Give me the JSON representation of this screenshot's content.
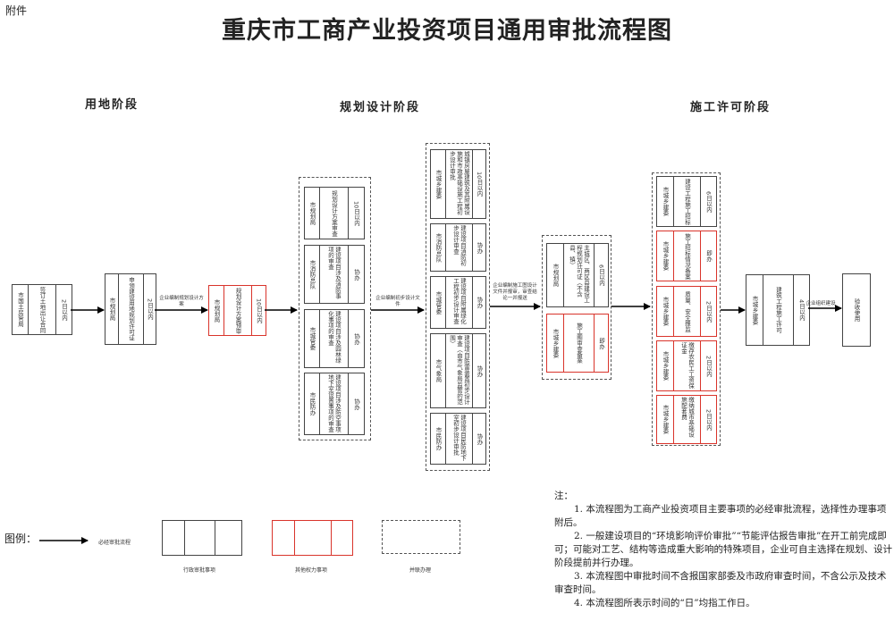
{
  "header": {
    "attachment": "附件",
    "title": "重庆市工商产业投资项目通用审批流程图"
  },
  "stages": [
    "用地阶段",
    "规划设计阶段",
    "施工许可阶段"
  ],
  "boxes": {
    "b1": {
      "dept": "市国土房管局",
      "item": "签订土地出让合同",
      "time": "2日以内"
    },
    "b2": {
      "dept": "市规划局",
      "item": "申领建设用地规划许可证",
      "time": "2日以内"
    },
    "b3": {
      "dept": "市规划局",
      "item": "规划设计方案预审",
      "time": "10日以内"
    },
    "p1": {
      "dept": "市规划局",
      "item": "规划设计方案审查",
      "time": "10日以内"
    },
    "p2": {
      "dept": "市消防总队",
      "item": "建设项目涉及消防事项的审查",
      "time": "协办"
    },
    "p3": {
      "dept": "市城管委",
      "item": "建设项目涉及园林绿化事项的审查",
      "time": "协办"
    },
    "p4": {
      "dept": "市民防办",
      "item": "建设项目涉及防空事项地下室设置事项的审查",
      "time": "协办"
    },
    "q1": {
      "dept": "市城乡建委",
      "item": "城镇房屋建筑及其附属设施和市政基础设施工程初步设计审批",
      "time": "10日以内"
    },
    "q2": {
      "dept": "市消防总队",
      "item": "建设项目消防初步设计审查",
      "time": "协办"
    },
    "q3": {
      "dept": "市城管委",
      "item": "建设项目附属绿化工程初步设计审查",
      "time": "协办"
    },
    "q4": {
      "dept": "市气象局",
      "item": "建设项目防雷装置初步设计审查（由市气象局监管的范围）",
      "time": "协办"
    },
    "q5": {
      "dept": "市民防办",
      "item": "建设项目民防地下室初步设计审批",
      "time": "协办"
    },
    "r1": {
      "dept": "市规划局",
      "item": "主城区、两区县建设工程规划许可证（不含县、镇）",
      "time": "6日以内"
    },
    "r2": {
      "dept": "市城乡建委",
      "item": "施工图审查备案",
      "time": "即办"
    },
    "s1": {
      "dept": "市城乡建委",
      "item": "建设工程施工招标",
      "time": "6日以内"
    },
    "s2": {
      "dept": "市城乡建委",
      "item": "施工招标情况备案",
      "time": "即办"
    },
    "s3": {
      "dept": "市城乡建委",
      "item": "质量、安全报监",
      "time": "2日以内"
    },
    "s4": {
      "dept": "市城乡建委",
      "item": "缴存农民工工资保证金",
      "time": "2日以内"
    },
    "s5": {
      "dept": "市城乡建委",
      "item": "缴纳城市基础设施配套费",
      "time": "2日以内"
    },
    "t1": {
      "dept": "市城乡建委",
      "item": "建筑工程施工许可",
      "time": "4日以内"
    },
    "t2": {
      "item": "验收使用"
    }
  },
  "arrow_labels": {
    "a1": "企业编制规划设计方案",
    "a2": "企业编制初步设计文件",
    "a3": "企业编制施工图设计文件并报审，审查结论一并报送",
    "a4": "企业组织建设"
  },
  "legend": {
    "title": "图例：",
    "arrow": "必经审批流程",
    "black": "行政审批事项",
    "red": "其他权力事项",
    "dashed": "并联办理"
  },
  "notes": {
    "heading": "注：",
    "n1": "1. 本流程图为工商产业投资项目主要事项的必经审批流程，选择性办理事项附后。",
    "n2": "2. 一般建设项目的“环境影响评价审批”“节能评估报告审批”在开工前完成即可；可能对工艺、结构等造成重大影响的特殊项目，企业可自主选择在规划、设计阶段提前并行办理。",
    "n3": "3. 本流程图中审批时间不含报国家部委及市政府审查时间，不含公示及技术审查时间。",
    "n4": "4. 本流程图所表示时间的“日”均指工作日。"
  },
  "colors": {
    "red": "#d9342b",
    "black": "#444444"
  }
}
